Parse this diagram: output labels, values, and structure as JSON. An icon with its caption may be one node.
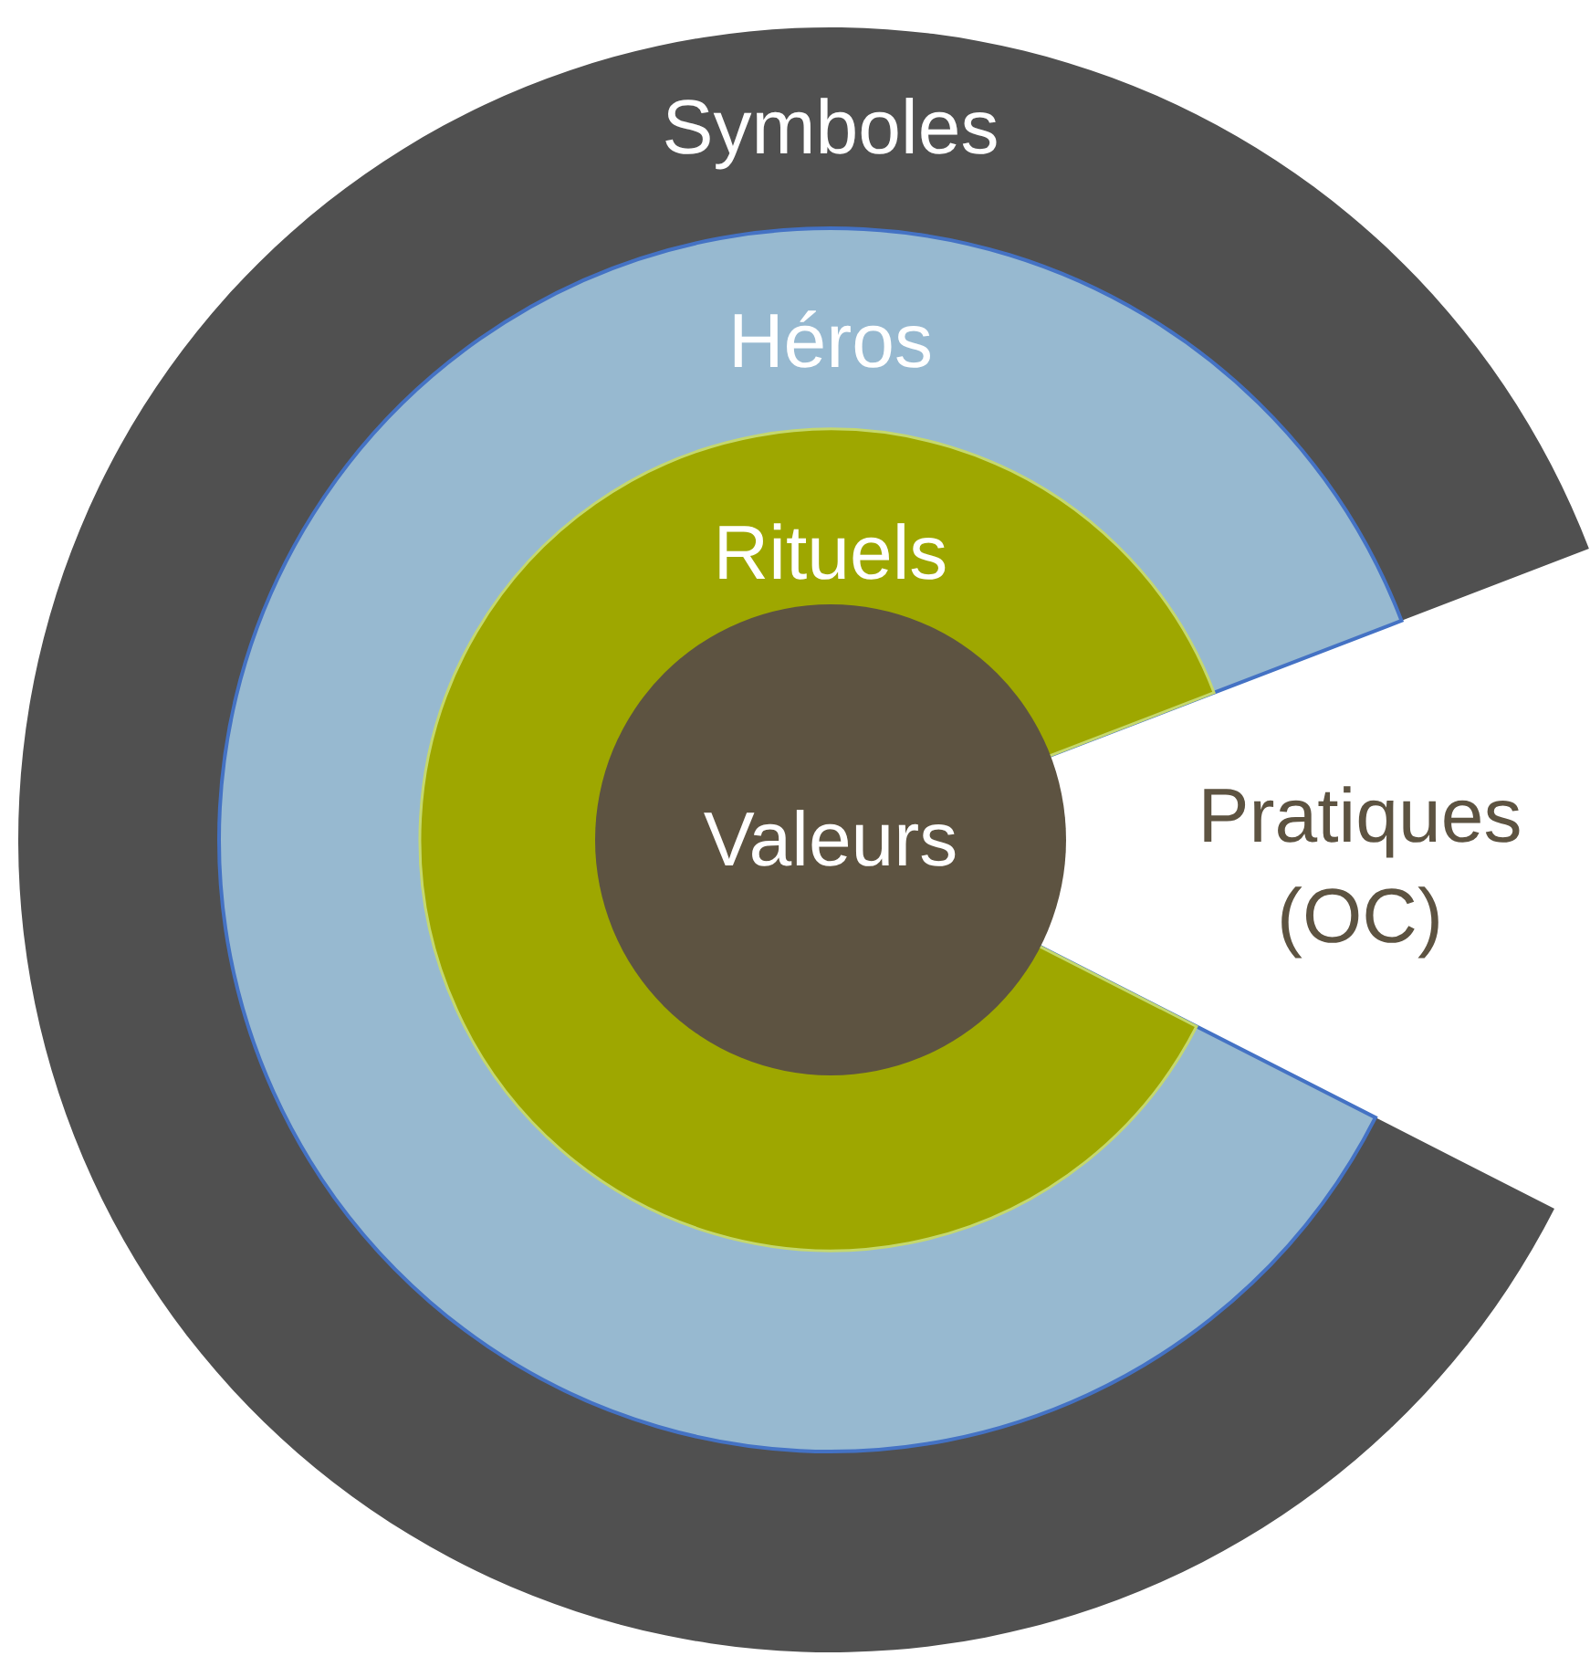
{
  "diagram": {
    "nodes": [
      {
        "text": [
          "Symboles"
        ]
      },
      {
        "text": [
          "Héros"
        ],
        "in": 0
      },
      {
        "text": [
          "Rituels"
        ],
        "in": 1
      },
      {
        "text": [
          "Valeurs"
        ],
        "in": 2
      }
    ],
    "labels": [
      "Pratiques (OC)"
    ]
  }
}
